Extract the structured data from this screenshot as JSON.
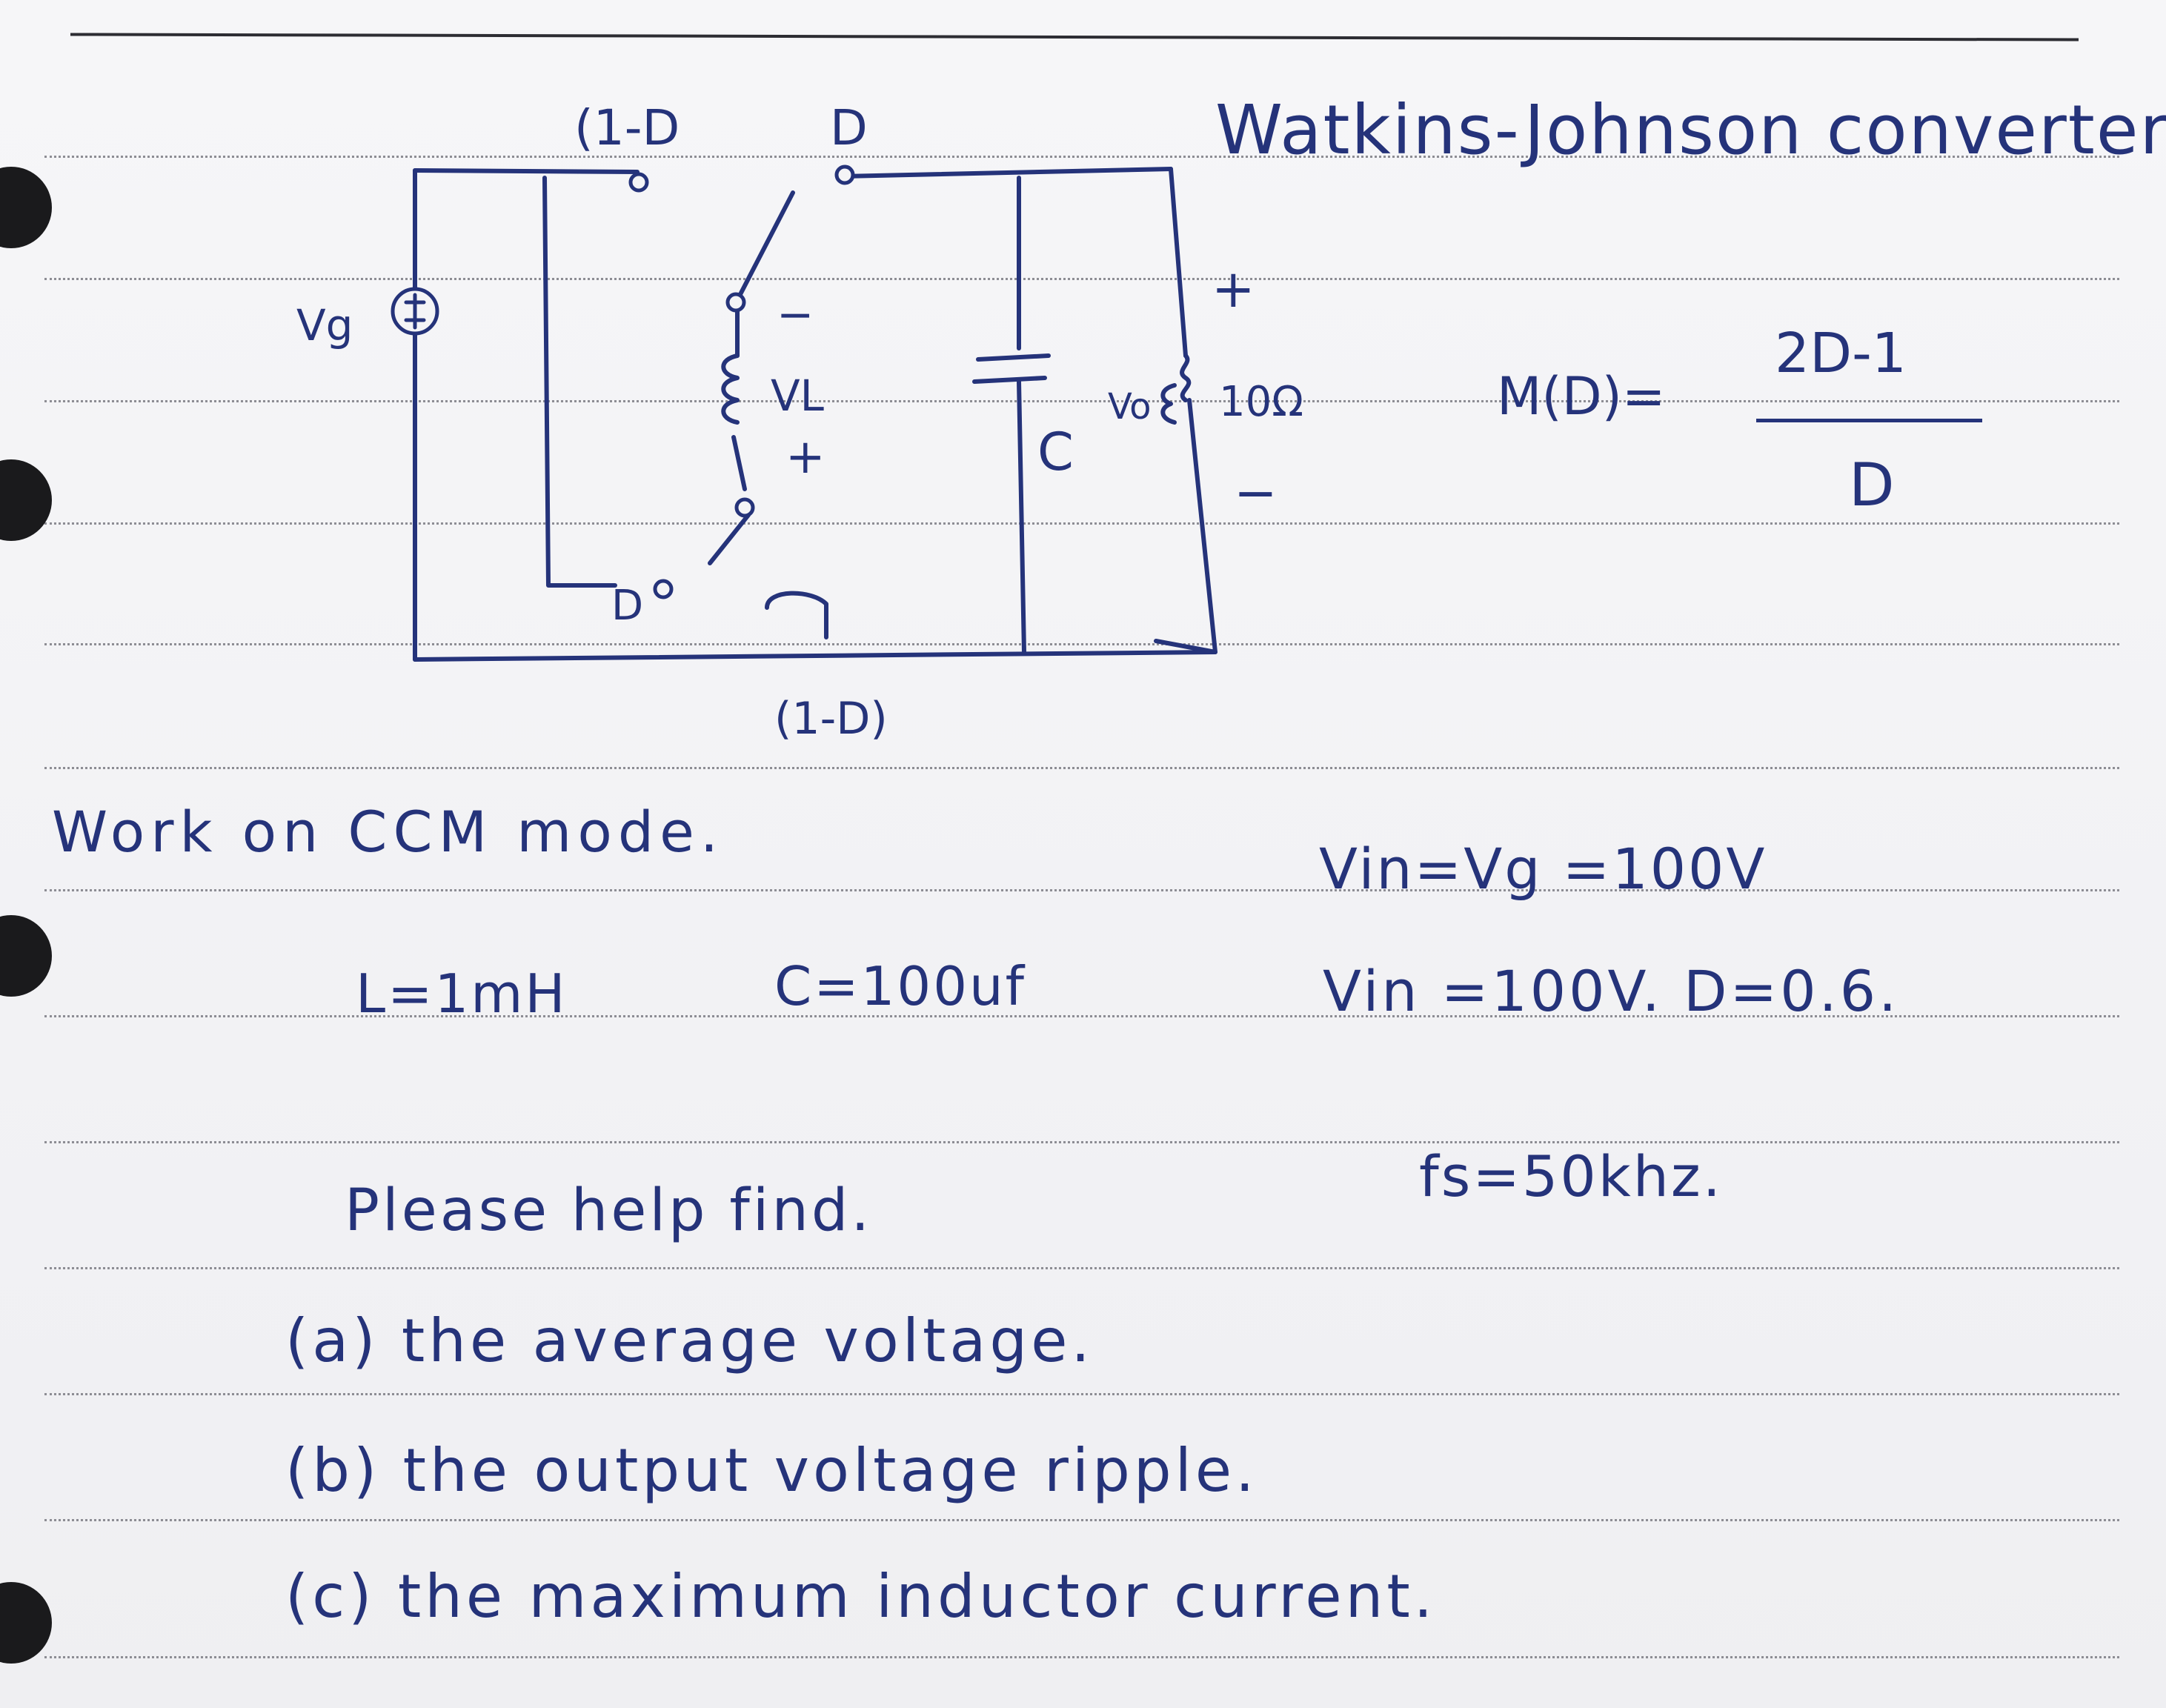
{
  "title": "Watkins-Johnson converter",
  "circuit": {
    "label_top_left_switch": "(1-D",
    "label_top_right_switch": "D",
    "label_source": "Vg",
    "label_inductor_minus": "−",
    "label_inductor": "VL",
    "label_inductor_plus": "+",
    "label_capacitor": "C",
    "label_vo": "Vo",
    "label_vo_plus": "+",
    "label_vo_minus": "−",
    "label_resistor": "10Ω",
    "label_bottom_left_switch": "D",
    "label_bottom_caption": "(1-D)"
  },
  "formula": {
    "lhs": "M(D)=",
    "numerator": "2D-1",
    "denominator": "D"
  },
  "notes": {
    "mode": "Work on CCM mode.",
    "vin_eq": "Vin=Vg =100V",
    "inductance": "L=1mH",
    "capacitance": "C=100uf",
    "vin_d": "Vin =100V. D=0.6.",
    "fs": "fs=50khz.",
    "prompt": "Please help find.",
    "q_a": "(a) the average voltage.",
    "q_b": "(b) the output voltage ripple.",
    "q_c": "(c) the maximum inductor current."
  }
}
